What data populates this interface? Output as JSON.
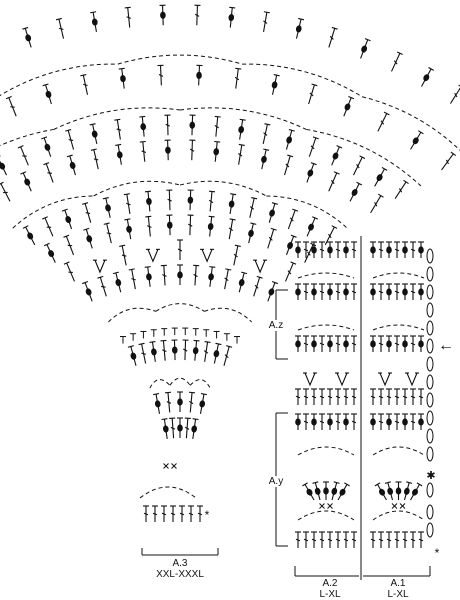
{
  "chart_a3": {
    "name": "A.3",
    "sizes": "XXL-XXXL",
    "star_symbol": "*",
    "repeat_symbol": "*"
  },
  "chart_a2": {
    "name": "A.2",
    "sizes": "L-XL"
  },
  "chart_a1": {
    "name": "A.1",
    "sizes": "L-XL",
    "star_symbol": "*",
    "flower_symbol": "✱"
  },
  "bracket_z": {
    "label": "A.z"
  },
  "bracket_y": {
    "label": "A.y"
  },
  "arrow": {
    "symbol": "←"
  },
  "legend_symbols": [
    "treble-crochet",
    "treble-with-bobble",
    "chain-loop",
    "double-crochet-t",
    "chain-oval",
    "cluster-v"
  ]
}
